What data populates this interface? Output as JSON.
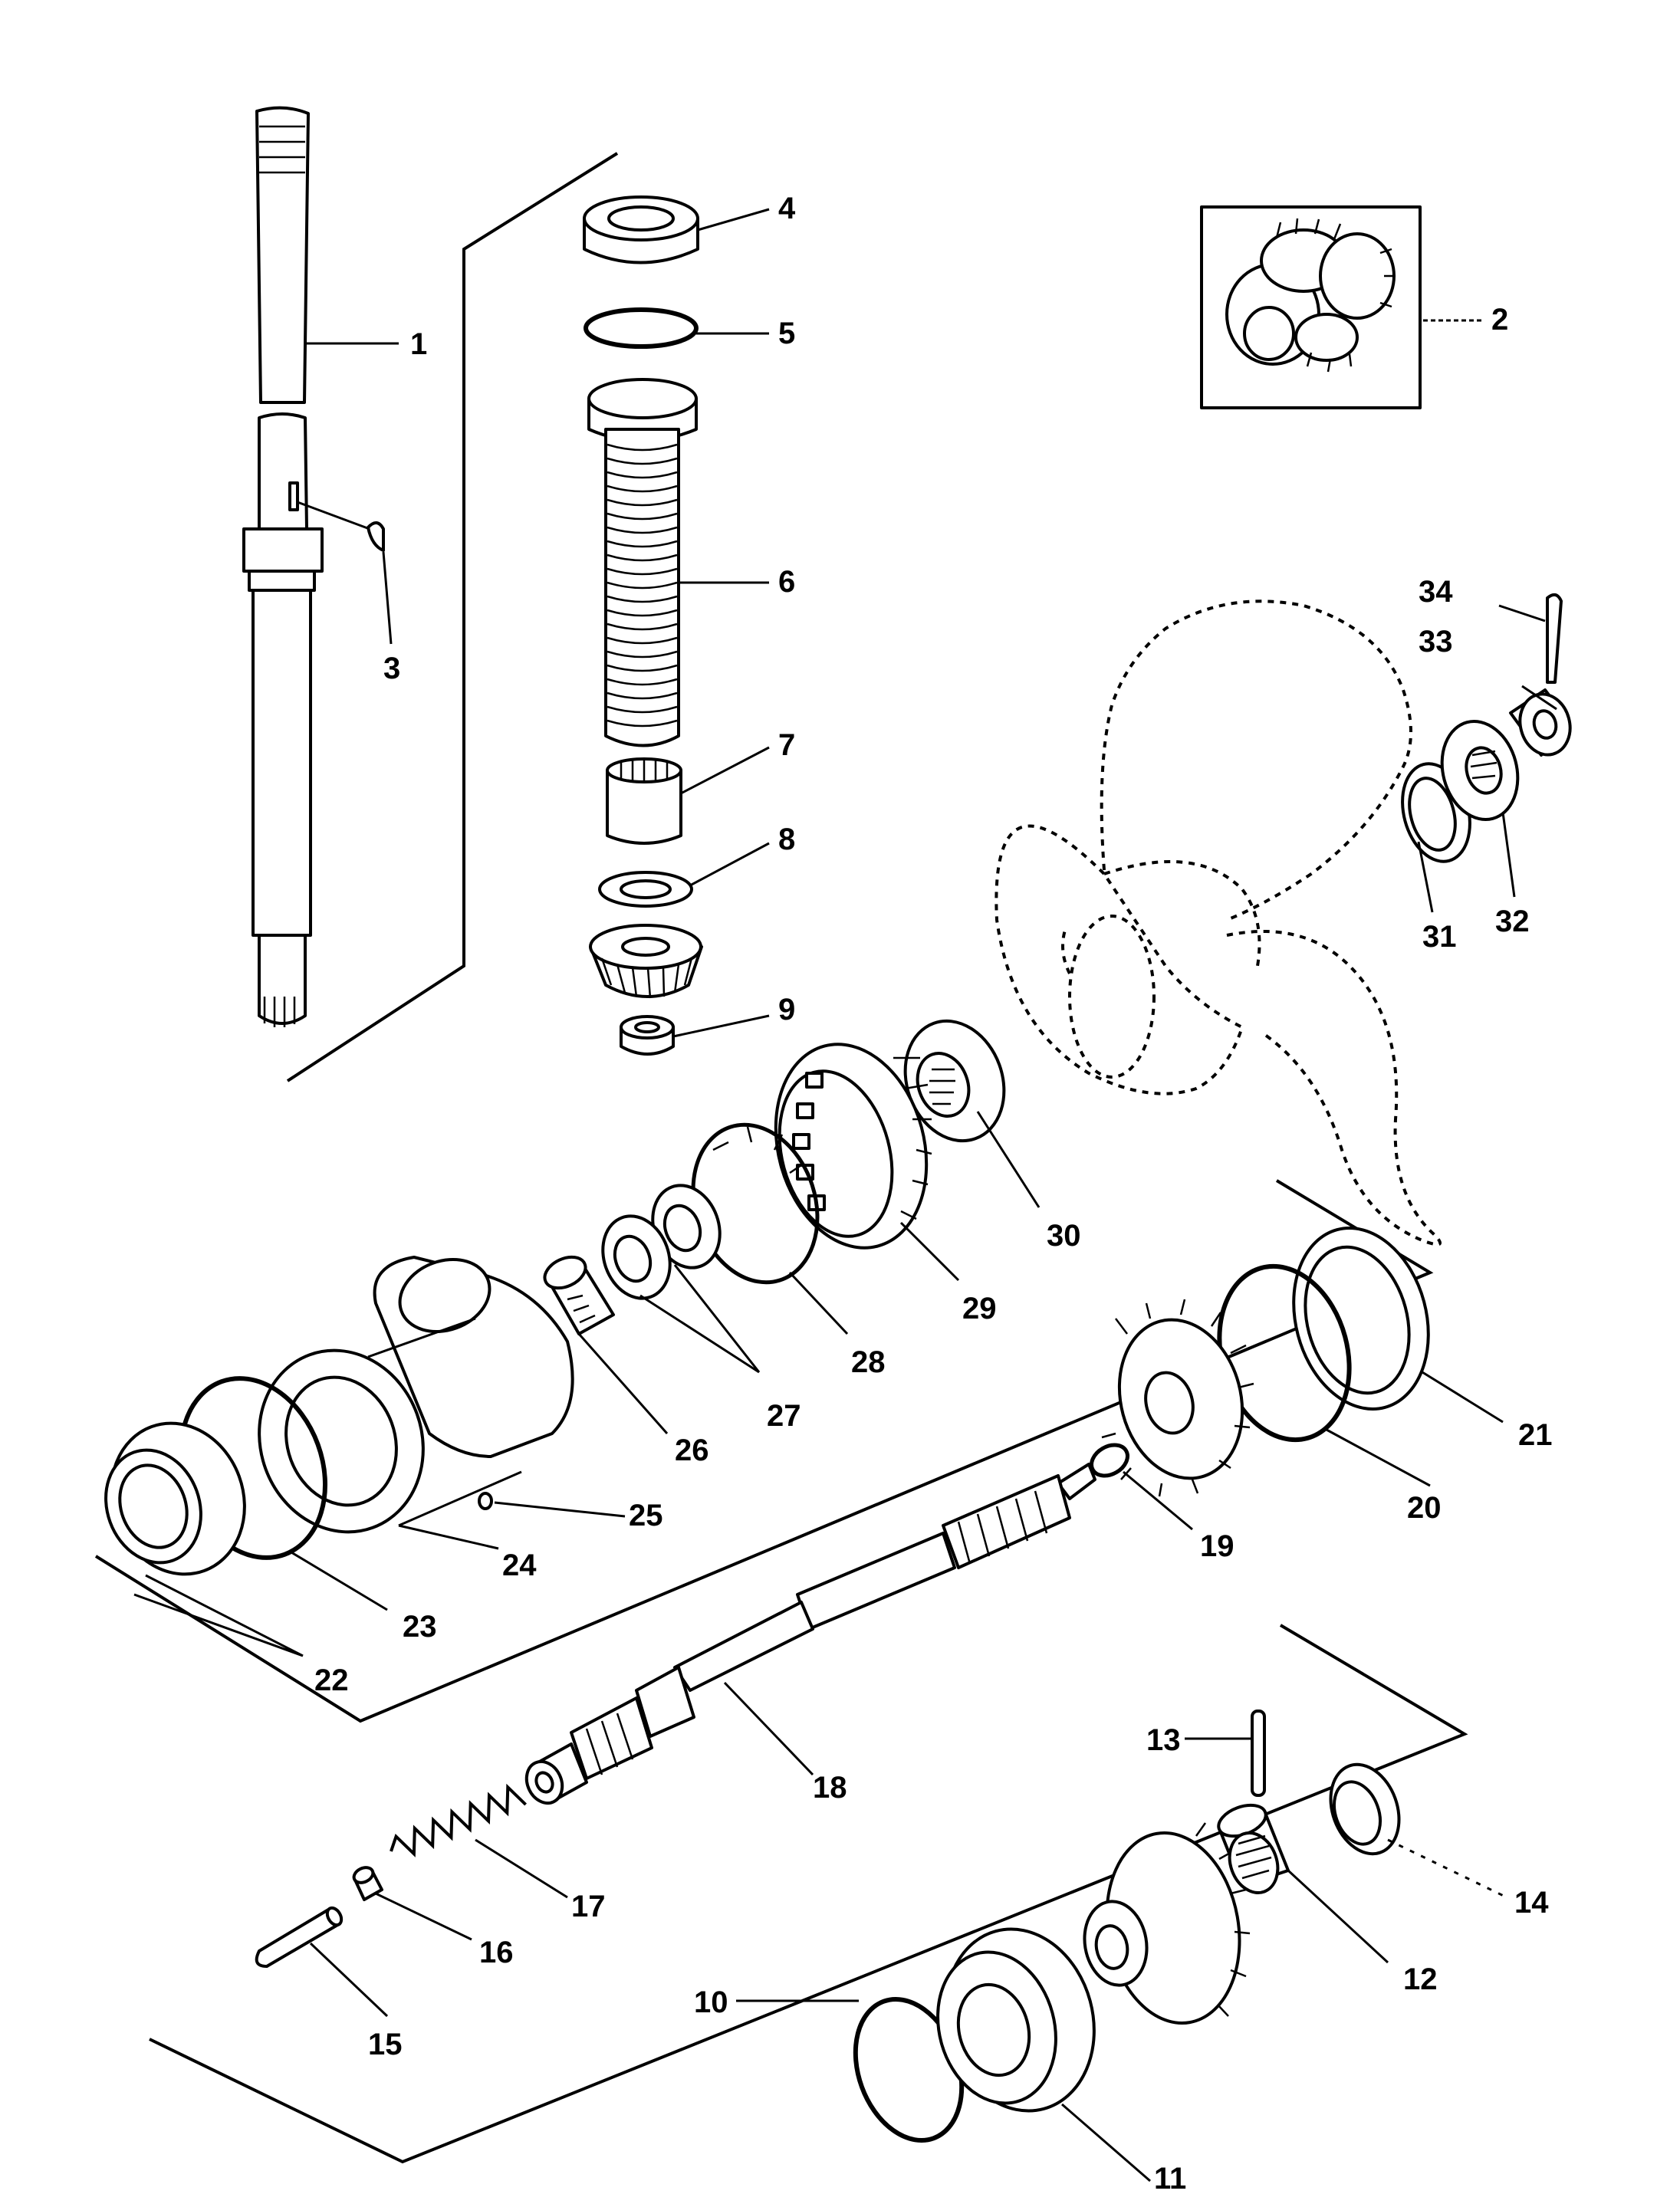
{
  "diagram": {
    "callouts": [
      {
        "id": "c1",
        "text": "1"
      },
      {
        "id": "c2",
        "text": "2"
      },
      {
        "id": "c3",
        "text": "3"
      },
      {
        "id": "c4",
        "text": "4"
      },
      {
        "id": "c5",
        "text": "5"
      },
      {
        "id": "c6",
        "text": "6"
      },
      {
        "id": "c7",
        "text": "7"
      },
      {
        "id": "c8",
        "text": "8"
      },
      {
        "id": "c9",
        "text": "9"
      },
      {
        "id": "c10",
        "text": "10"
      },
      {
        "id": "c11",
        "text": "11"
      },
      {
        "id": "c12",
        "text": "12"
      },
      {
        "id": "c13",
        "text": "13"
      },
      {
        "id": "c14",
        "text": "14"
      },
      {
        "id": "c15",
        "text": "15"
      },
      {
        "id": "c16",
        "text": "16"
      },
      {
        "id": "c17",
        "text": "17"
      },
      {
        "id": "c18",
        "text": "18"
      },
      {
        "id": "c19",
        "text": "19"
      },
      {
        "id": "c20",
        "text": "20"
      },
      {
        "id": "c21",
        "text": "21"
      },
      {
        "id": "c22",
        "text": "22"
      },
      {
        "id": "c23",
        "text": "23"
      },
      {
        "id": "c24",
        "text": "24"
      },
      {
        "id": "c25",
        "text": "25"
      },
      {
        "id": "c26",
        "text": "26"
      },
      {
        "id": "c27",
        "text": "27"
      },
      {
        "id": "c28",
        "text": "28"
      },
      {
        "id": "c29",
        "text": "29"
      },
      {
        "id": "c30",
        "text": "30"
      },
      {
        "id": "c31",
        "text": "31"
      },
      {
        "id": "c32",
        "text": "32"
      },
      {
        "id": "c33",
        "text": "33"
      },
      {
        "id": "c34",
        "text": "34"
      }
    ]
  }
}
